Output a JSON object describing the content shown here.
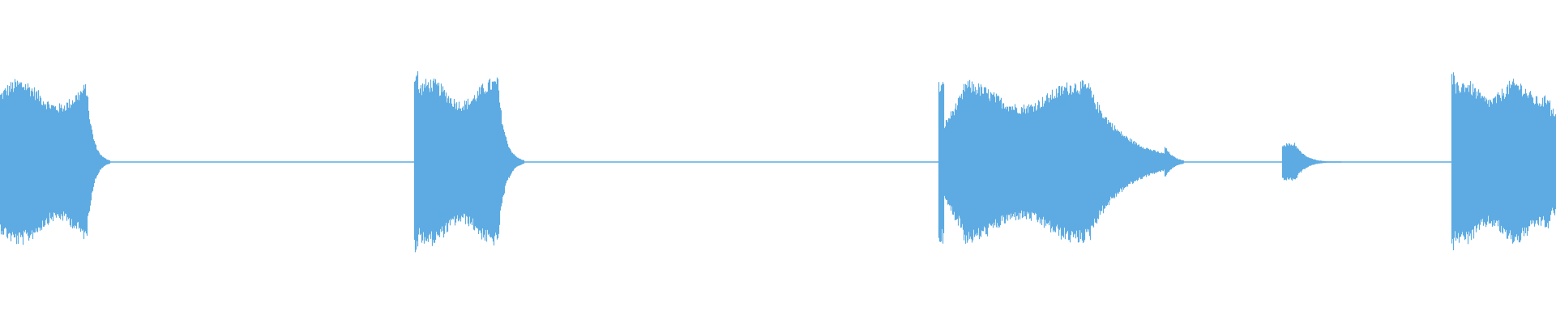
{
  "waveform": {
    "color": "#5DABE2",
    "background": "#ffffff",
    "segments": [
      {
        "name": "segment-1",
        "start": 0.0,
        "end": 0.071,
        "peak": 0.52,
        "shape": "sustain-decay"
      },
      {
        "name": "segment-2",
        "start": 0.266,
        "end": 0.337,
        "peak": 0.58,
        "shape": "attack-sustain-decay"
      },
      {
        "name": "segment-3",
        "start": 0.603,
        "end": 0.761,
        "peak": 0.53,
        "shape": "attack-sustain-long-decay"
      },
      {
        "name": "segment-4",
        "start": 0.824,
        "end": 0.862,
        "peak": 0.13,
        "shape": "small-blip"
      },
      {
        "name": "segment-5",
        "start": 0.933,
        "end": 1.0,
        "peak": 0.56,
        "shape": "attack-sustain"
      }
    ]
  }
}
